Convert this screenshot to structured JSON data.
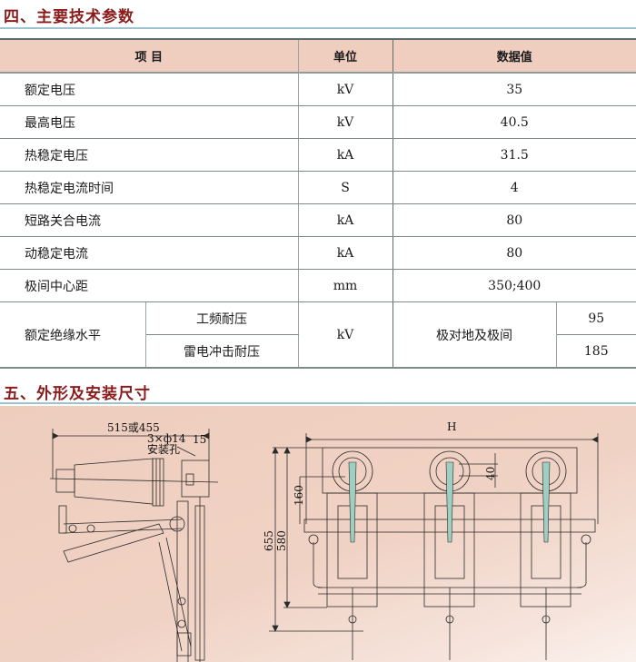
{
  "section4": {
    "title": "四、主要技术参数"
  },
  "spec_table": {
    "headers": {
      "item": "项  目",
      "unit": "单位",
      "value": "数据值"
    },
    "rows": [
      {
        "item": "额定电压",
        "unit": "kV",
        "value": "35"
      },
      {
        "item": "最高电压",
        "unit": "kV",
        "value": "40.5"
      },
      {
        "item": "热稳定电压",
        "unit": "kA",
        "value": "31.5"
      },
      {
        "item": "热稳定电流时间",
        "unit": "S",
        "value": "4"
      },
      {
        "item": "短路关合电流",
        "unit": "kA",
        "value": "80"
      },
      {
        "item": "动稳定电流",
        "unit": "kA",
        "value": "80"
      },
      {
        "item": "极间中心距",
        "unit": "mm",
        "value": "350;400"
      }
    ],
    "insulation": {
      "item": "额定绝缘水平",
      "sub_items": [
        "工频耐压",
        "雷电冲击耐压"
      ],
      "unit": "kV",
      "condition": "极对地及极间",
      "values": [
        "95",
        "185"
      ]
    }
  },
  "section5": {
    "title": "五、外形及安装尺寸"
  },
  "drawing": {
    "side_view": {
      "width_dim": "515或455",
      "holes_dim": "3×ф14",
      "holes_label": "安装孔",
      "edge_dim": "15"
    },
    "front_view": {
      "width_dim": "H",
      "height_total": "655",
      "height_inner": "580",
      "height_upper": "160",
      "spacing": "40"
    },
    "colors": {
      "background": "#efcdbf",
      "blade": "#9fcfc3",
      "line": "#2b2b2b",
      "title": "#8a1c1c"
    }
  }
}
